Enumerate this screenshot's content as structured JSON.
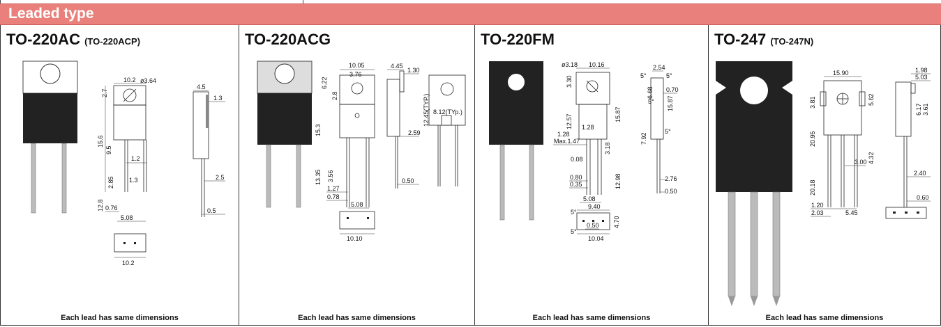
{
  "header": {
    "title": "Leaded type"
  },
  "panels": [
    {
      "title": "TO-220AC",
      "subtitle": "(TO-220ACP)",
      "footnote": "Each lead has same dimensions",
      "dims": {
        "d1": "2.7",
        "d2": "10.2",
        "d3": "ø3.64",
        "d4": "4.5",
        "d5": "1.3",
        "d6": "15.6",
        "d7": "9.5",
        "d8": "1.2",
        "d9": "2.85",
        "d10": "1.3",
        "d11": "12.8",
        "d12": "2.5",
        "d13": "0.76",
        "d14": "5.08",
        "d15": "0.5",
        "d16": "10.2"
      }
    },
    {
      "title": "TO-220ACG",
      "subtitle": "",
      "footnote": "Each lead has same dimensions",
      "dims": {
        "d1": "6.22",
        "d2": "10.05",
        "d3": "3.76",
        "d4": "4.45",
        "d5": "1.30",
        "d6": "15.3",
        "d7": "2.8",
        "d8": "12.45(TYP.)",
        "d9": "8.12(TYp.)",
        "d10": "2.59",
        "d11": "13.35",
        "d12": "3.56",
        "d13": "1.27",
        "d14": "0.78",
        "d15": "0.50",
        "d16": "5.08",
        "d17": "10.10"
      }
    },
    {
      "title": "TO-220FM",
      "subtitle": "",
      "footnote": "Each lead has same dimensions",
      "dims": {
        "d1": "ø3.18",
        "d2": "10.16",
        "d3": "2.54",
        "d4": "5°",
        "d5": "5°",
        "d6": "3.30",
        "d7": "6.68",
        "d8": "0.70",
        "d9": "12.57",
        "d10": "15.87",
        "d11": "15.87",
        "d12": "5°",
        "d13": "7.92",
        "d14": "1.28",
        "d15": "1.28",
        "d16": "Max.1.47",
        "d17": "3.18",
        "d18": "5°",
        "d19": "0.08",
        "d20": "12.98",
        "d21": "0.80",
        "d22": "0.35",
        "d23": "2.76",
        "d24": "0.50",
        "d25": "5.08",
        "d26": "9.40",
        "d27": "5°",
        "d28": "4.70",
        "d29": "0.50",
        "d30": "5°",
        "d31": "10.04"
      }
    },
    {
      "title": "TO-247",
      "subtitle": "(TO-247N)",
      "footnote": "Each lead has same dimensions",
      "dims": {
        "d1": "1.98",
        "d2": "5.03",
        "d3": "15.90",
        "d4": "3.81",
        "d5": "5.62",
        "d6": "6.17",
        "d7": "3.61",
        "d8": "20.95",
        "d9": "4.32",
        "d10": "2.40",
        "d11": "20.18",
        "d12": "3.00",
        "d13": "0.60",
        "d14": "1.20",
        "d15": "2.03",
        "d16": "5.45"
      }
    }
  ]
}
